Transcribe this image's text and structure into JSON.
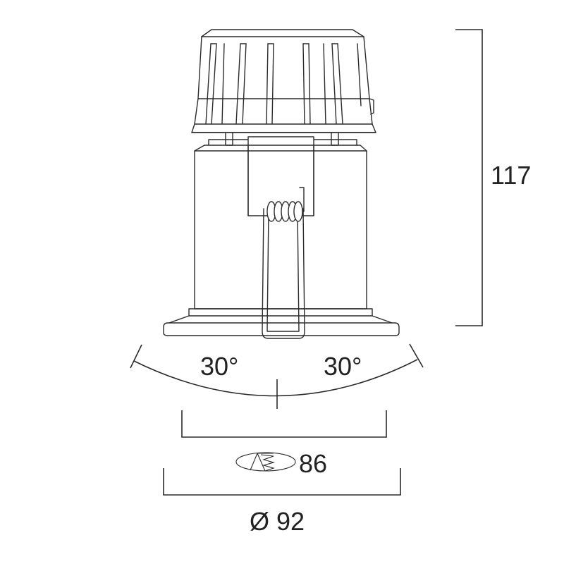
{
  "dimensions": {
    "height_label": "117",
    "tilt_left_label": "30°",
    "tilt_right_label": "30°",
    "cutout_label": "86",
    "diameter_label": "Ø 92"
  },
  "colors": {
    "line": "#2b2b2b",
    "background": "#ffffff"
  },
  "icons": {
    "cutout_symbol": "ceiling-cutout-icon"
  }
}
